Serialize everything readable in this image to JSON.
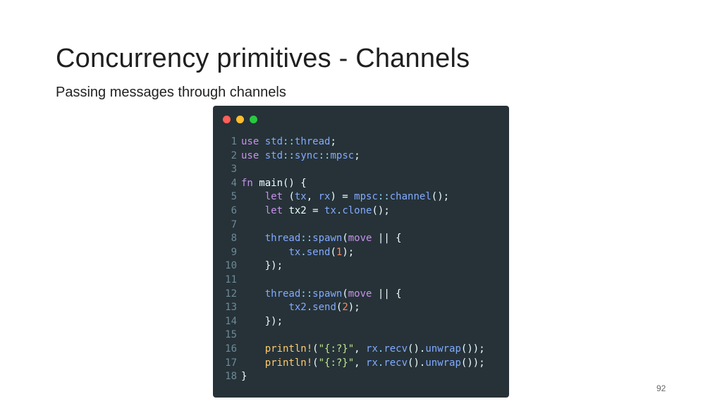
{
  "slide": {
    "title": "Concurrency primitives - Channels",
    "subtitle": "Passing messages through channels",
    "page_number": "92"
  },
  "window_buttons": [
    {
      "name": "close-dot",
      "color": "#ff5f56"
    },
    {
      "name": "minimize-dot",
      "color": "#ffbd2e"
    },
    {
      "name": "maximize-dot",
      "color": "#27c93f"
    }
  ],
  "colors": {
    "keyword": "#c792ea",
    "path": "#82aaff",
    "plain": "#eeffff",
    "punct": "#89ddff",
    "number": "#f78c6c",
    "string": "#c3e88d",
    "macro": "#ffcb6b"
  },
  "code_lines": [
    {
      "n": "1",
      "tokens": [
        {
          "t": "use",
          "c": "keyword"
        },
        {
          "t": " ",
          "c": "plain"
        },
        {
          "t": "std",
          "c": "path"
        },
        {
          "t": "::",
          "c": "punct"
        },
        {
          "t": "thread",
          "c": "path"
        },
        {
          "t": ";",
          "c": "plain"
        }
      ]
    },
    {
      "n": "2",
      "tokens": [
        {
          "t": "use",
          "c": "keyword"
        },
        {
          "t": " ",
          "c": "plain"
        },
        {
          "t": "std",
          "c": "path"
        },
        {
          "t": "::",
          "c": "punct"
        },
        {
          "t": "sync",
          "c": "path"
        },
        {
          "t": "::",
          "c": "punct"
        },
        {
          "t": "mpsc",
          "c": "path"
        },
        {
          "t": ";",
          "c": "plain"
        }
      ]
    },
    {
      "n": "3",
      "tokens": []
    },
    {
      "n": "4",
      "tokens": [
        {
          "t": "fn",
          "c": "keyword"
        },
        {
          "t": " main() {",
          "c": "plain"
        }
      ]
    },
    {
      "n": "5",
      "tokens": [
        {
          "t": "    ",
          "c": "plain"
        },
        {
          "t": "let",
          "c": "keyword"
        },
        {
          "t": " (",
          "c": "plain"
        },
        {
          "t": "tx",
          "c": "path"
        },
        {
          "t": ", ",
          "c": "plain"
        },
        {
          "t": "rx",
          "c": "path"
        },
        {
          "t": ") = ",
          "c": "plain"
        },
        {
          "t": "mpsc",
          "c": "path"
        },
        {
          "t": "::",
          "c": "punct"
        },
        {
          "t": "channel",
          "c": "path"
        },
        {
          "t": "();",
          "c": "plain"
        }
      ]
    },
    {
      "n": "6",
      "tokens": [
        {
          "t": "    ",
          "c": "plain"
        },
        {
          "t": "let",
          "c": "keyword"
        },
        {
          "t": " tx2 = ",
          "c": "plain"
        },
        {
          "t": "tx",
          "c": "path"
        },
        {
          "t": ".",
          "c": "punct"
        },
        {
          "t": "clone",
          "c": "path"
        },
        {
          "t": "();",
          "c": "plain"
        }
      ]
    },
    {
      "n": "7",
      "tokens": []
    },
    {
      "n": "8",
      "tokens": [
        {
          "t": "    ",
          "c": "plain"
        },
        {
          "t": "thread",
          "c": "path"
        },
        {
          "t": "::",
          "c": "punct"
        },
        {
          "t": "spawn",
          "c": "path"
        },
        {
          "t": "(",
          "c": "plain"
        },
        {
          "t": "move",
          "c": "keyword"
        },
        {
          "t": " || {",
          "c": "plain"
        }
      ]
    },
    {
      "n": "9",
      "tokens": [
        {
          "t": "        ",
          "c": "plain"
        },
        {
          "t": "tx",
          "c": "path"
        },
        {
          "t": ".",
          "c": "punct"
        },
        {
          "t": "send",
          "c": "path"
        },
        {
          "t": "(",
          "c": "plain"
        },
        {
          "t": "1",
          "c": "number"
        },
        {
          "t": ");",
          "c": "plain"
        }
      ]
    },
    {
      "n": "10",
      "tokens": [
        {
          "t": "    });",
          "c": "plain"
        }
      ]
    },
    {
      "n": "11",
      "tokens": []
    },
    {
      "n": "12",
      "tokens": [
        {
          "t": "    ",
          "c": "plain"
        },
        {
          "t": "thread",
          "c": "path"
        },
        {
          "t": "::",
          "c": "punct"
        },
        {
          "t": "spawn",
          "c": "path"
        },
        {
          "t": "(",
          "c": "plain"
        },
        {
          "t": "move",
          "c": "keyword"
        },
        {
          "t": " || {",
          "c": "plain"
        }
      ]
    },
    {
      "n": "13",
      "tokens": [
        {
          "t": "        ",
          "c": "plain"
        },
        {
          "t": "tx2",
          "c": "path"
        },
        {
          "t": ".",
          "c": "punct"
        },
        {
          "t": "send",
          "c": "path"
        },
        {
          "t": "(",
          "c": "plain"
        },
        {
          "t": "2",
          "c": "number"
        },
        {
          "t": ");",
          "c": "plain"
        }
      ]
    },
    {
      "n": "14",
      "tokens": [
        {
          "t": "    });",
          "c": "plain"
        }
      ]
    },
    {
      "n": "15",
      "tokens": []
    },
    {
      "n": "16",
      "tokens": [
        {
          "t": "    ",
          "c": "plain"
        },
        {
          "t": "println!",
          "c": "macro"
        },
        {
          "t": "(",
          "c": "plain"
        },
        {
          "t": "\"{:?}\"",
          "c": "string"
        },
        {
          "t": ", ",
          "c": "plain"
        },
        {
          "t": "rx",
          "c": "path"
        },
        {
          "t": ".",
          "c": "punct"
        },
        {
          "t": "recv",
          "c": "path"
        },
        {
          "t": "().",
          "c": "plain"
        },
        {
          "t": "unwrap",
          "c": "path"
        },
        {
          "t": "());",
          "c": "plain"
        }
      ]
    },
    {
      "n": "17",
      "tokens": [
        {
          "t": "    ",
          "c": "plain"
        },
        {
          "t": "println!",
          "c": "macro"
        },
        {
          "t": "(",
          "c": "plain"
        },
        {
          "t": "\"{:?}\"",
          "c": "string"
        },
        {
          "t": ", ",
          "c": "plain"
        },
        {
          "t": "rx",
          "c": "path"
        },
        {
          "t": ".",
          "c": "punct"
        },
        {
          "t": "recv",
          "c": "path"
        },
        {
          "t": "().",
          "c": "plain"
        },
        {
          "t": "unwrap",
          "c": "path"
        },
        {
          "t": "());",
          "c": "plain"
        }
      ]
    },
    {
      "n": "18",
      "tokens": [
        {
          "t": "}",
          "c": "plain"
        }
      ]
    }
  ]
}
